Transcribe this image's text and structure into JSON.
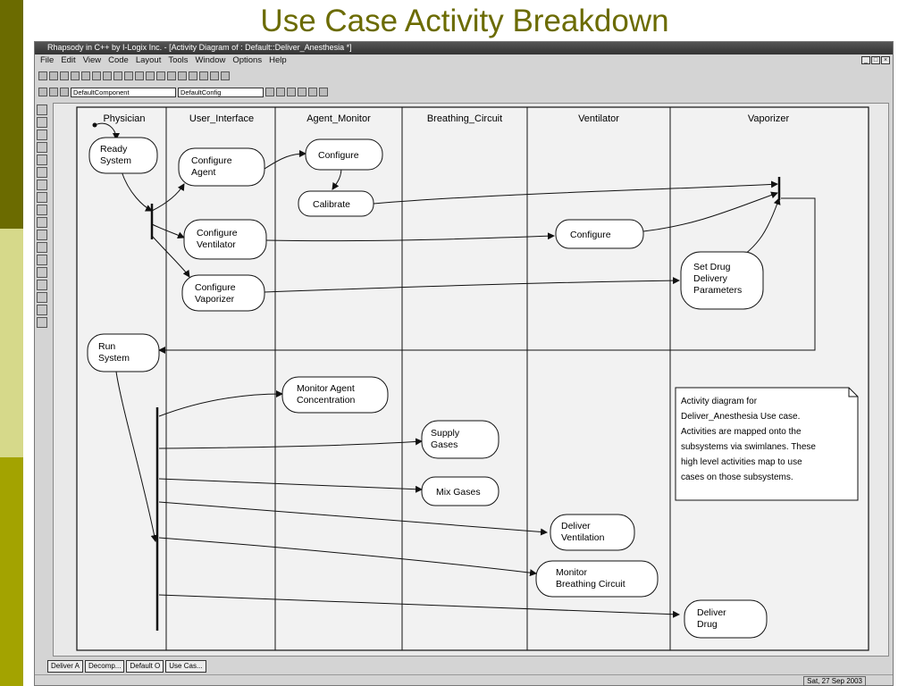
{
  "slide": {
    "title": "Use Case Activity Breakdown"
  },
  "window": {
    "title": "Rhapsody in C++ by I-Logix Inc. - [Activity Diagram of : Default::Deliver_Anesthesia *]",
    "menus": [
      "File",
      "Edit",
      "View",
      "Code",
      "Layout",
      "Tools",
      "Window",
      "Options",
      "Help"
    ],
    "component_select": "DefaultComponent",
    "config_select": "DefaultConfig",
    "status_date": "Sat, 27 Sep 2003"
  },
  "swimlanes": [
    "Physician",
    "User_Interface",
    "Agent_Monitor",
    "Breathing_Circuit",
    "Ventilator",
    "Vaporizer"
  ],
  "activities": {
    "ready_system": [
      "Ready",
      "System"
    ],
    "configure_agent": [
      "Configure",
      "Agent"
    ],
    "configure_monitor": [
      "Configure"
    ],
    "calibrate": [
      "Calibrate"
    ],
    "configure_ventilator": [
      "Configure",
      "Ventilator"
    ],
    "configure_vent": [
      "Configure"
    ],
    "configure_vaporizer": [
      "Configure",
      "Vaporizer"
    ],
    "set_drug": [
      "Set Drug",
      "Delivery",
      "Parameters"
    ],
    "run_system": [
      "Run",
      "System"
    ],
    "monitor_agent": [
      "Monitor Agent",
      "Concentration"
    ],
    "supply_gases": [
      "Supply",
      "Gases"
    ],
    "mix_gases": [
      "Mix Gases"
    ],
    "deliver_ventilation": [
      "Deliver",
      "Ventilation"
    ],
    "monitor_breathing": [
      "Monitor",
      "Breathing Circuit"
    ],
    "deliver_drug": [
      "Deliver",
      "Drug"
    ]
  },
  "note": {
    "lines": [
      "Activity diagram for",
      "Deliver_Anesthesia Use case.",
      "Activities are mapped onto the",
      "subsystems via swimlanes. These",
      "high level activities map to use",
      "cases on those subsystems."
    ]
  },
  "taskbar": [
    "Deliver A",
    "Decomp...",
    "Default O",
    "Use Cas..."
  ]
}
